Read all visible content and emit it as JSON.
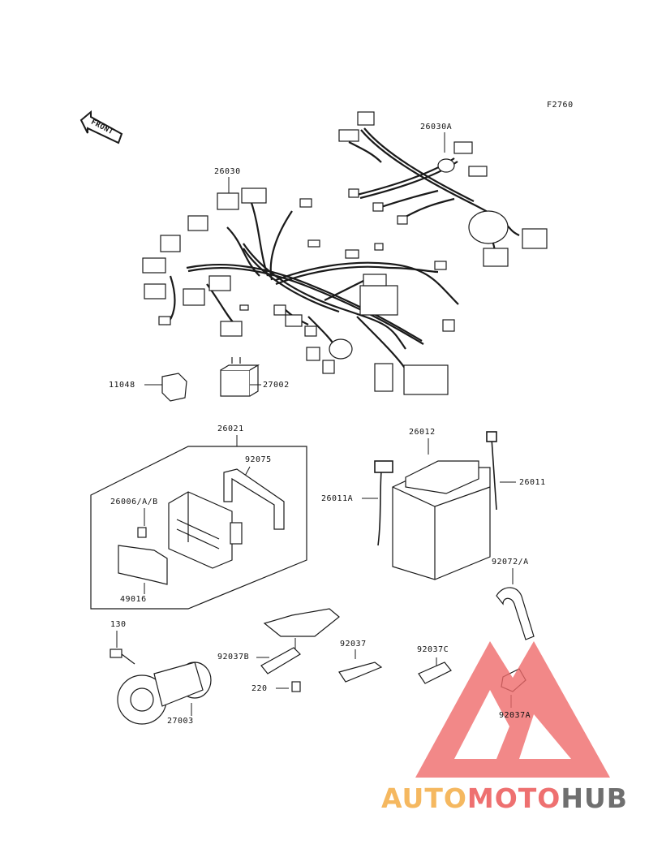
{
  "diagram": {
    "figure_code": "F2760",
    "front_label": "FRONT",
    "part_labels": {
      "p26030": "26030",
      "p26030A": "26030A",
      "p11048": "11048",
      "p27002": "27002",
      "p26021": "26021",
      "p92075": "92075",
      "p26006": "26006/A/B",
      "p49016": "49016",
      "p26012": "26012",
      "p26011A": "26011A",
      "p26011": "26011",
      "p92072": "92072/A",
      "p130": "130",
      "p92037B": "92037B",
      "p92037": "92037",
      "p92037C": "92037C",
      "p220": "220",
      "p27003": "27003",
      "p92037A": "92037A"
    }
  },
  "watermark": {
    "part1": "AUTO",
    "part2": "MOTO",
    "part3": "HUB",
    "colors": {
      "auto": "#f5b860",
      "moto": "#ee7070",
      "hub": "#6f6f6f",
      "triangle": "#ef6b6b"
    }
  }
}
